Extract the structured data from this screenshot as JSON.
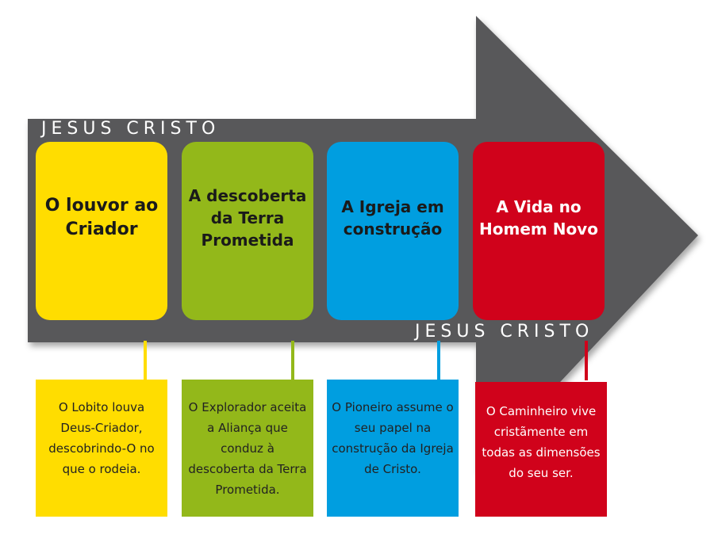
{
  "arrow": {
    "label_top": "JESUS CRISTO",
    "label_bottom": "JESUS CRISTO",
    "color": "#58585a"
  },
  "stages": [
    {
      "title": "O louvor ao Criador",
      "description": "O Lobito louva Deus-Criador, descobrindo-O no que o rodeia.",
      "color": "#ffdd00"
    },
    {
      "title": "A descoberta da Terra Prometida",
      "description": "O Explorador aceita a Aliança que conduz à descoberta da Terra Prometida.",
      "color": "#93b81a"
    },
    {
      "title": "A Igreja em construção",
      "description": "O Pioneiro assume o seu papel na construção da Igreja de Cristo.",
      "color": "#009ee0"
    },
    {
      "title": "A Vida no Homem Novo",
      "description": "O Caminheiro vive cristãmente em todas as dimensões do seu ser.",
      "color": "#d0021b"
    }
  ]
}
